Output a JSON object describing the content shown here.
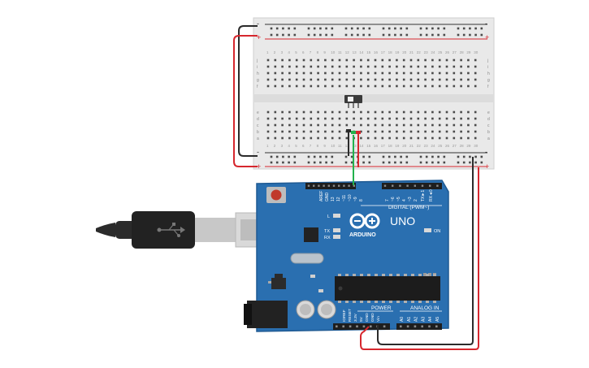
{
  "app": {
    "title": "Arduino Uno circuit with breadboard and slide switch"
  },
  "breadboard": {
    "rail_minus": "-",
    "rail_plus": "+",
    "columns": 30,
    "rows_top": [
      "j",
      "i",
      "h",
      "g",
      "f"
    ],
    "rows_bottom": [
      "e",
      "d",
      "c",
      "b",
      "a"
    ]
  },
  "arduino": {
    "model": "UNO",
    "brand": "ARDUINO",
    "digital_header": "DIGITAL (PWM~)",
    "power_header": "POWER",
    "analog_header": "ANALOG IN",
    "on_label": "ON",
    "led_l": "L",
    "led_tx": "TX",
    "led_rx": "RX",
    "digital_pins": [
      "AREF",
      "GND",
      "13",
      "12",
      "~11",
      "~10",
      "~9",
      "8",
      "7",
      "~6",
      "~5",
      "4",
      "~3",
      "2",
      "TX►1",
      "RX◄0"
    ],
    "power_pins": [
      "IOREF",
      "RESET",
      "3.3V",
      "5V",
      "GND",
      "GND",
      "Vin"
    ],
    "analog_pins": [
      "A0",
      "A1",
      "A2",
      "A3",
      "A4",
      "A5"
    ]
  },
  "colors": {
    "board": "#2a6fb0",
    "board_dark": "#1f5a93",
    "breadboard": "#e9e9e9",
    "wire_red": "#d6272e",
    "wire_black": "#2b2b2b",
    "wire_green": "#22b24c",
    "rail_red": "#d6272e",
    "rail_dark": "#333333"
  }
}
